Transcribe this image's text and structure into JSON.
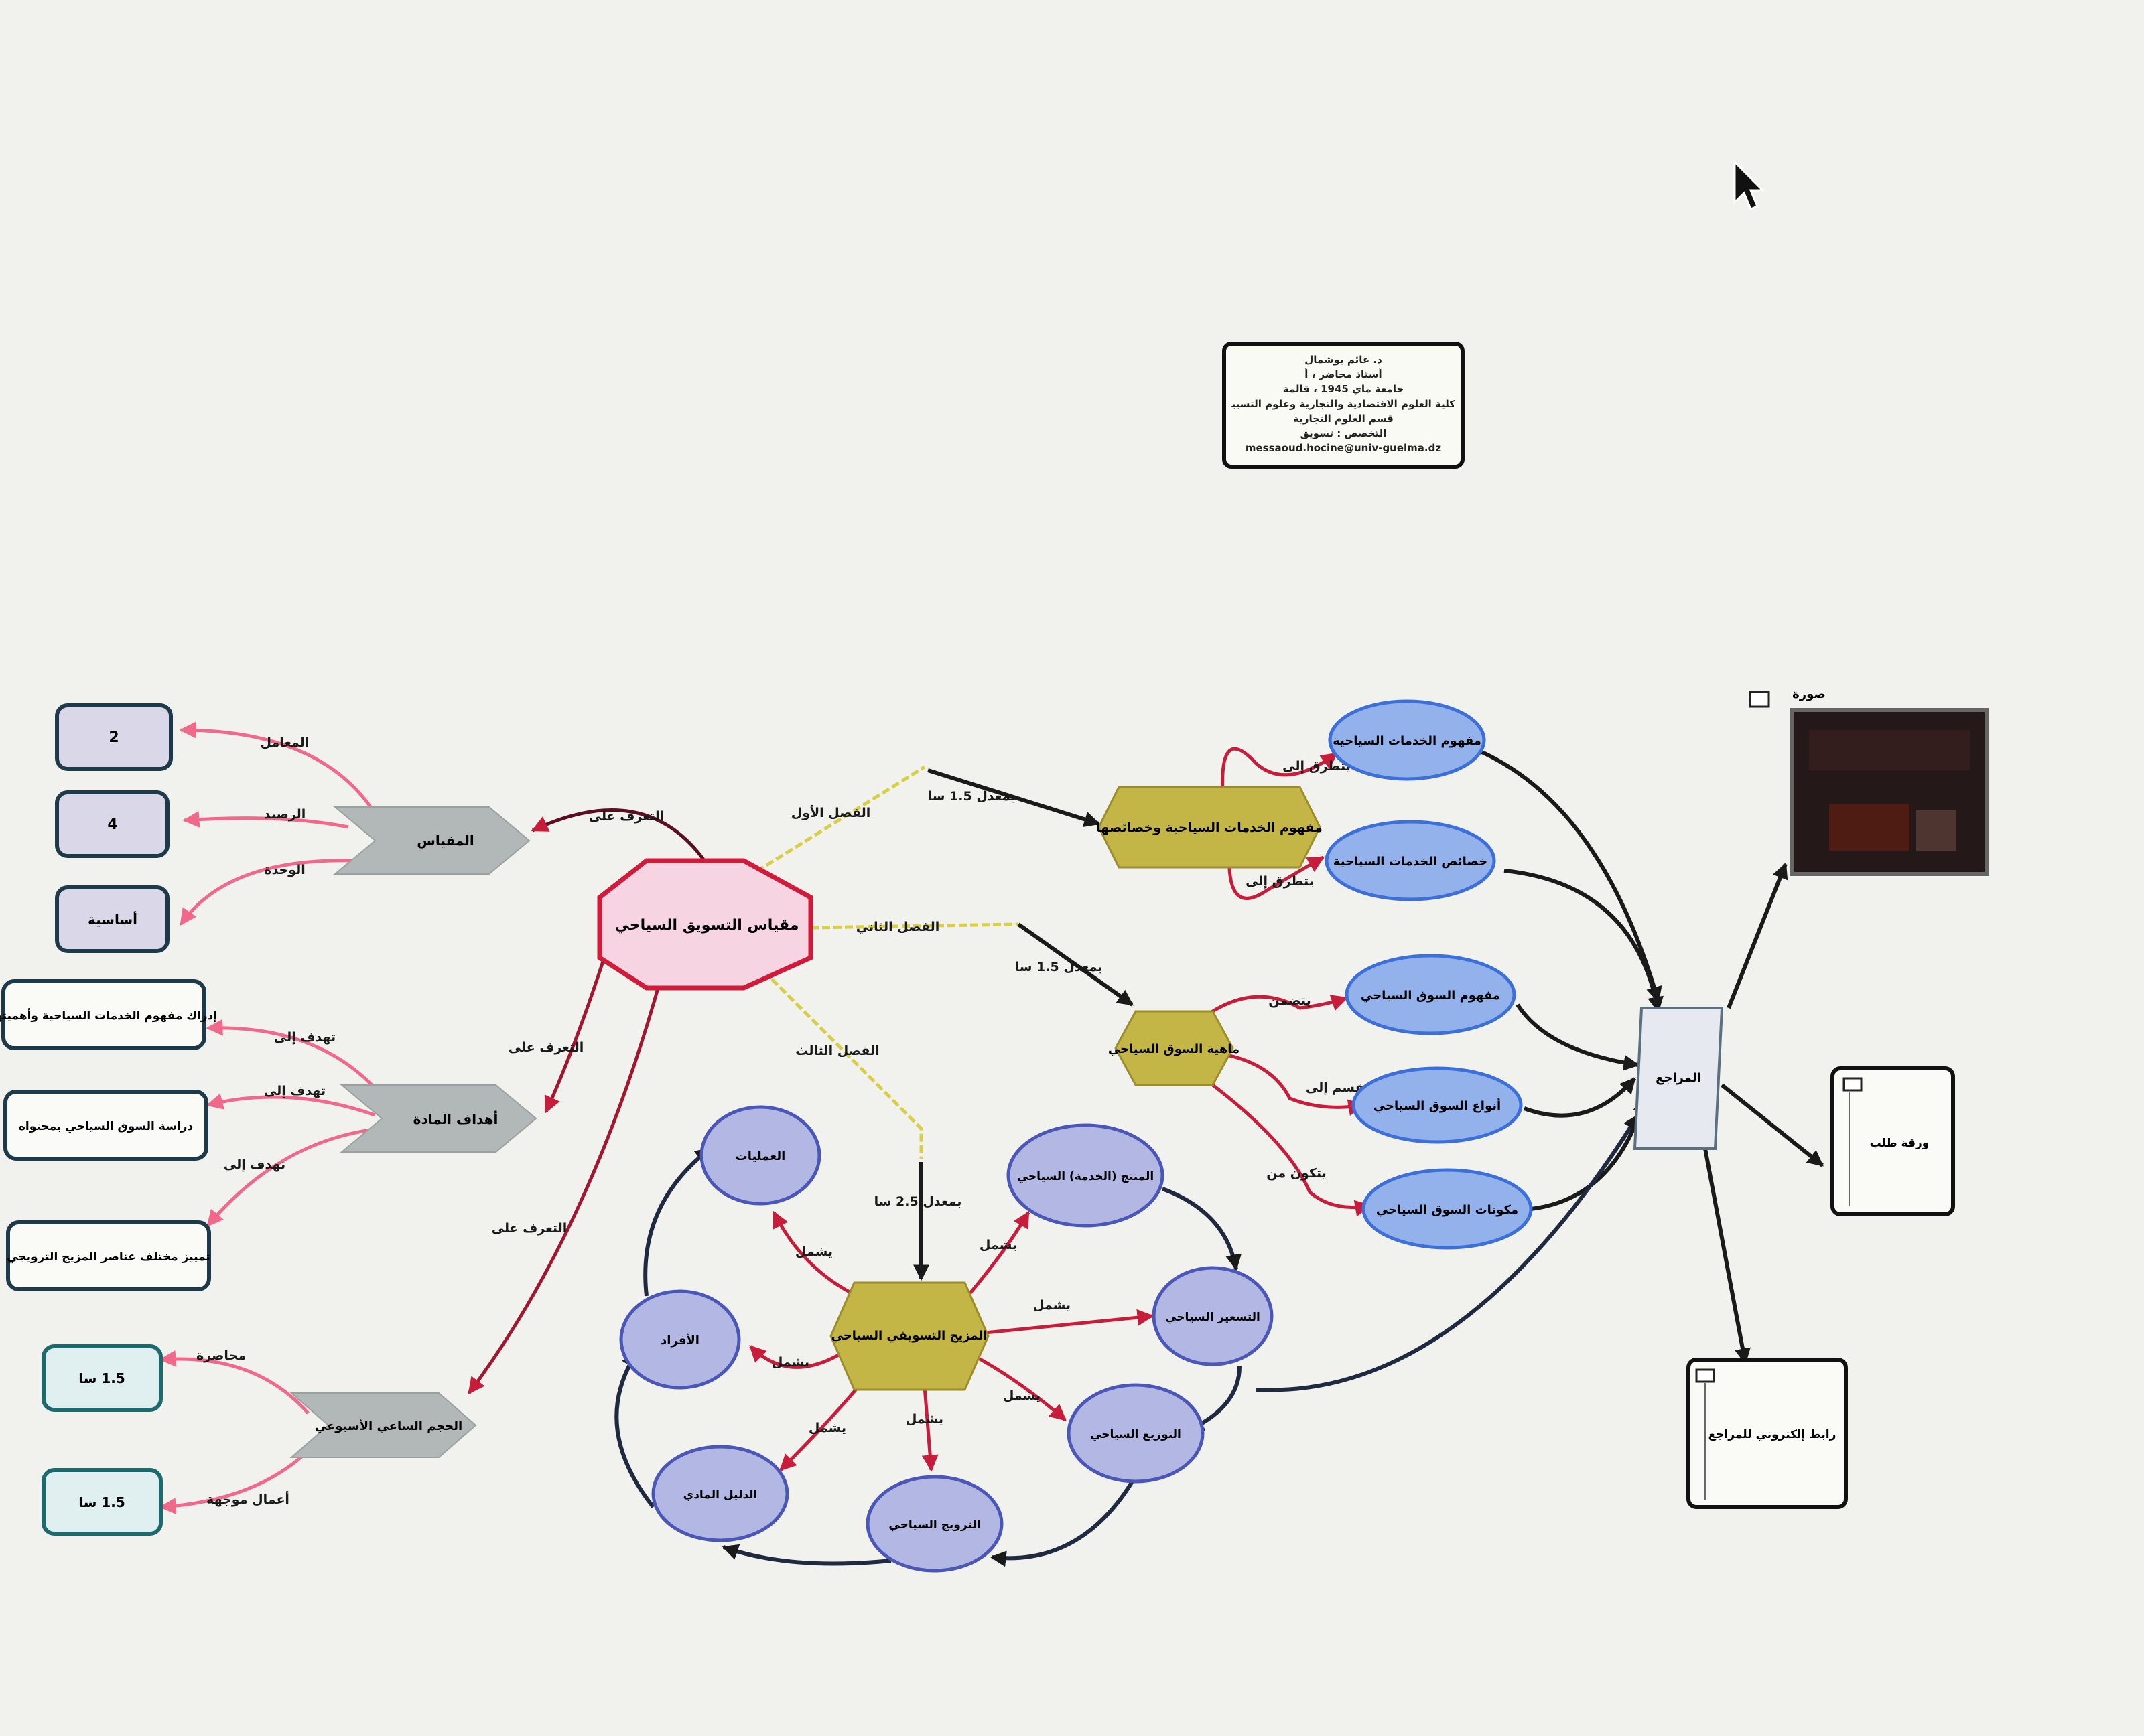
{
  "info": {
    "lines": [
      "د. عائم بوشمال",
      "أستاذ محاضر ، أ",
      "جامعة ماي 1945 ، قالمة",
      "كلية العلوم الاقتصادية والتجارية وعلوم التسيير",
      "قسم العلوم التجارية",
      "التخصص : تسويق",
      "messaoud.hocine@univ-guelma.dz"
    ]
  },
  "center": "مقياس التسويق السياحي",
  "metrics": {
    "node": "المقياس",
    "coefficient": {
      "label": "المعامل",
      "value": "2"
    },
    "credit": {
      "label": "الرصيد",
      "value": "4"
    },
    "unit": {
      "label": "الوحدة",
      "value": "أساسية"
    }
  },
  "goals": {
    "node": "أهداف المادة",
    "edge": "تهدف إلى",
    "items": [
      "إدراك مفهوم الخدمات السياحية وأهميتها",
      "دراسة السوق السياحي بمحتواه",
      "تمييز مختلف عناصر المزيج الترويجي"
    ]
  },
  "hours": {
    "node": "الحجم الساعي الأسبوعي",
    "lecture": {
      "label": "محاضرة",
      "value": "1.5 سا"
    },
    "tutorial": {
      "label": "أعمال موجهة",
      "value": "1.5 سا"
    }
  },
  "center_links": {
    "metrics": "التعرف على",
    "goals": "التعرف على",
    "hours": "التعرف على"
  },
  "chapters": {
    "ch1": {
      "label": "الفصل الأول",
      "rate": "بمعدل 1.5 سا",
      "node": "مفهوم الخدمات السياحية وخصائصها",
      "edge": "يتطرق إلى",
      "children": [
        "مفهوم الخدمات السياحية",
        "خصائص الخدمات السياحية"
      ]
    },
    "ch2": {
      "label": "الفصل الثاني",
      "rate": "بمعدل 1.5 سا",
      "node": "ماهية السوق السياحي",
      "children": [
        {
          "edge": "يتضمن",
          "label": "مفهوم السوق السياحي"
        },
        {
          "edge": "ينقسم إلى",
          "label": "أنواع السوق السياحي"
        },
        {
          "edge": "يتكون من",
          "label": "مكونات السوق السياحي"
        }
      ]
    },
    "ch3": {
      "label": "الفصل الثالث",
      "rate": "بمعدل 2.5 سا",
      "node": "المزيج التسويقي السياحي",
      "edge": "يشمل",
      "children": [
        "العمليات",
        "المنتج (الخدمة) السياحي",
        "التسعير السياحي",
        "التوزيع السياحي",
        "الترويج السياحي",
        "الدليل المادي",
        "الأفراد"
      ]
    }
  },
  "references": {
    "node": "المراجع",
    "image_label": "صورة",
    "paper": "ورقة طلب",
    "link": "رابط إلكتروني للمراجع"
  },
  "colors": {
    "center": "#f7d4e2",
    "metric": "#dad7e8",
    "yellow": "#c3b546",
    "blue": "#93b2ec",
    "lavender": "#b3b7e4",
    "gray": "#b2b8b8"
  }
}
